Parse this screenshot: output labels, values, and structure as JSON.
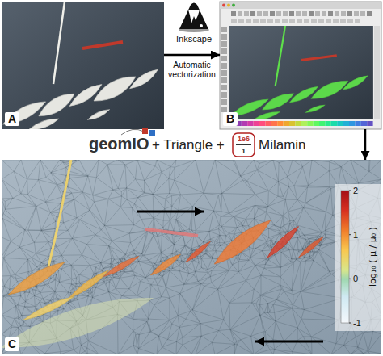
{
  "diagram": {
    "nodes": [
      {
        "text": [
          "A"
        ]
      },
      {
        "text": [
          "B"
        ]
      },
      {
        "text": [
          "C"
        ]
      }
    ],
    "edges": [
      {
        "from": 0,
        "to": 1,
        "label": "Automatic vectorization",
        "arrow": "to"
      },
      {
        "from": 1,
        "to": 2,
        "arrow": "to"
      }
    ],
    "labels": [
      "Inkscape",
      "geomIO",
      "+ Triangle +",
      "1e6",
      "1",
      "Milamin",
      "2",
      "1",
      "0",
      "-1",
      "log₁₀ ( μ / μ₀ )"
    ]
  }
}
